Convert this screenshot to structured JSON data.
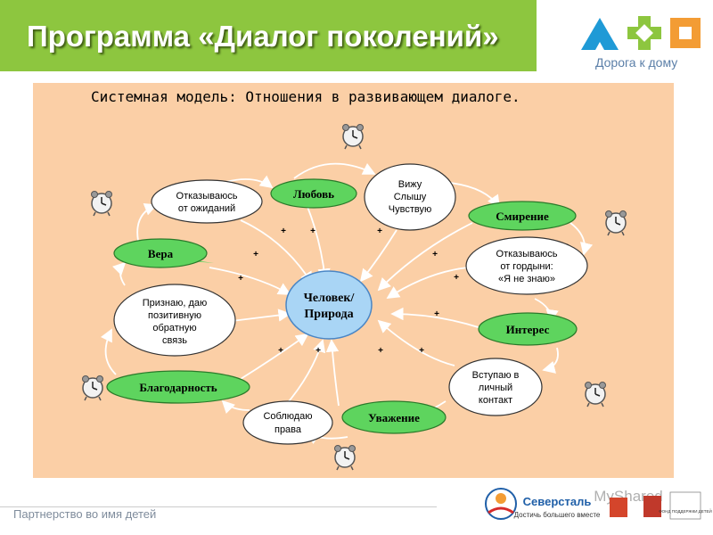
{
  "header": {
    "title": "Программа «Диалог поколений»"
  },
  "logo": {
    "caption": "Дорога к дому"
  },
  "diagram": {
    "heading": "Системная модель: Отношения в развивающем диалоге.",
    "center": {
      "lines": [
        "Человек/",
        "Природа"
      ]
    },
    "values": {
      "love": "Любовь",
      "faith": "Вера",
      "humility": "Смирение",
      "interest": "Интерес",
      "gratitude": "Благодарность",
      "respect": "Уважение"
    },
    "actions": {
      "renounce_expectations": [
        "Отказываюсь",
        "от ожиданий"
      ],
      "see_hear_feel": [
        "Вижу",
        "Слышу",
        "Чувствую"
      ],
      "renounce_pride": [
        "Отказываюсь",
        "от гордыни:",
        "«Я не знаю»"
      ],
      "feedback": [
        "Признаю, даю",
        "позитивную",
        "обратную",
        "связь"
      ],
      "contact": [
        "Вступаю в",
        "личный",
        "контакт"
      ],
      "rights": [
        "Соблюдаю",
        "права"
      ]
    },
    "plus_sign": "+"
  },
  "partners": {
    "severstal": "Северсталь",
    "severstal_tagline": "Достичь большего вместе",
    "myshared": "MyShared",
    "fund": "ФОНД ПОДДЕРЖКИ ДЕТЕЙ"
  },
  "footer": {
    "text": "Партнерство во имя детей"
  },
  "colors": {
    "title_bar": "#8dc63f",
    "panel": "#fbcfa6",
    "value_node": "#5ed45e",
    "center_node": "#a9d5f5",
    "logo_blue": "#1f9ad6",
    "logo_green": "#8dc63f",
    "logo_orange": "#f39c34"
  }
}
